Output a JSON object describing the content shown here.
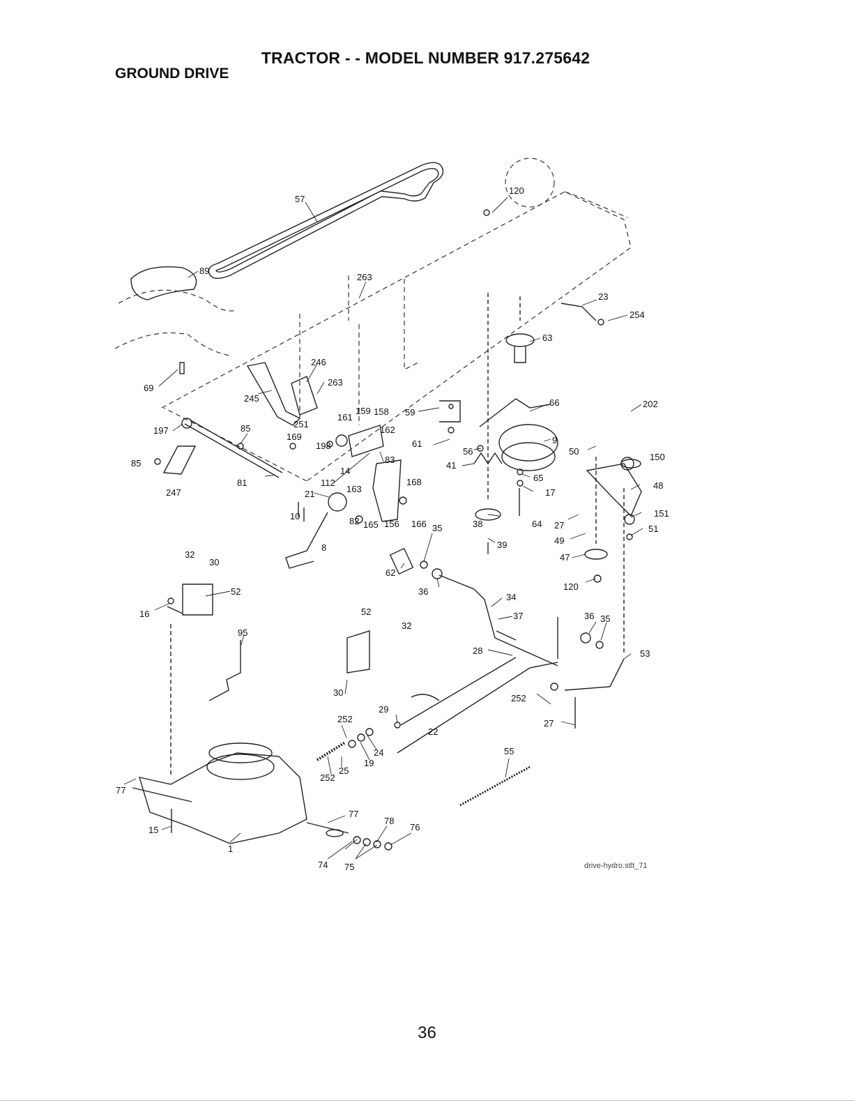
{
  "page": {
    "title": "TRACTOR - - MODEL NUMBER 917.275642",
    "section": "GROUND DRIVE",
    "drawing_code": "drive-hydro.stlt_71",
    "page_number": "36"
  },
  "callouts": {
    "c57": "57",
    "c120a": "120",
    "c89": "89",
    "c263a": "263",
    "c23": "23",
    "c254": "254",
    "c63": "63",
    "c69": "69",
    "c246": "246",
    "c263b": "263",
    "c245": "245",
    "c66": "66",
    "c59": "59",
    "c202": "202",
    "c197": "197",
    "c85a": "85",
    "c251": "251",
    "c161": "161",
    "c159": "159",
    "c158": "158",
    "c162": "162",
    "c169": "169",
    "c198": "198",
    "c61": "61",
    "c9": "9",
    "c50": "50",
    "c150": "150",
    "c56": "56",
    "c41": "41",
    "c83": "83",
    "c85b": "85",
    "c14": "14",
    "c65": "65",
    "c48": "48",
    "c247": "247",
    "c81": "81",
    "c112": "112",
    "c168": "168",
    "c17": "17",
    "c163": "163",
    "c21": "21",
    "c151": "151",
    "c51": "51",
    "c10": "10",
    "c82": "82",
    "c165": "165",
    "c156": "156",
    "c166": "166",
    "c38": "38",
    "c64": "64",
    "c27a": "27",
    "c49": "49",
    "c8": "8",
    "c47": "47",
    "c35a": "35",
    "c32a": "32",
    "c30a": "30",
    "c39": "39",
    "c62": "62",
    "c120b": "120",
    "c36a": "36",
    "c52a": "52",
    "c16": "16",
    "c34": "34",
    "c37": "37",
    "c36b": "36",
    "c35b": "35",
    "c52b": "52",
    "c95": "95",
    "c32b": "32",
    "c28": "28",
    "c53": "53",
    "c30b": "30",
    "c252a": "252",
    "c29": "29",
    "c27b": "27",
    "c252b": "252",
    "c22": "22",
    "c24": "24",
    "c55": "55",
    "c19": "19",
    "c25": "25",
    "c252c": "252",
    "c77a": "77",
    "c77b": "77",
    "c78": "78",
    "c76": "76",
    "c15": "15",
    "c1": "1",
    "c74": "74",
    "c75": "75"
  }
}
